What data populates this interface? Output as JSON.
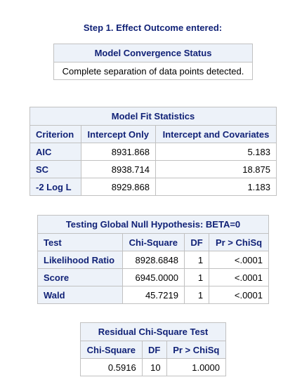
{
  "step_title": "Step 1. Effect Outcome entered:",
  "convergence": {
    "caption": "Model Convergence Status",
    "message": "Complete separation of data points detected."
  },
  "fit": {
    "caption": "Model Fit Statistics",
    "headers": [
      "Criterion",
      "Intercept Only",
      "Intercept and Covariates"
    ],
    "rows": [
      [
        "AIC",
        "8931.868",
        "5.183"
      ],
      [
        "SC",
        "8938.714",
        "18.875"
      ],
      [
        "-2 Log L",
        "8929.868",
        "1.183"
      ]
    ]
  },
  "global": {
    "caption": "Testing Global Null Hypothesis: BETA=0",
    "headers": [
      "Test",
      "Chi-Square",
      "DF",
      "Pr > ChiSq"
    ],
    "rows": [
      [
        "Likelihood Ratio",
        "8928.6848",
        "1",
        "<.0001"
      ],
      [
        "Score",
        "6945.0000",
        "1",
        "<.0001"
      ],
      [
        "Wald",
        "45.7219",
        "1",
        "<.0001"
      ]
    ]
  },
  "residual": {
    "caption": "Residual Chi-Square Test",
    "headers": [
      "Chi-Square",
      "DF",
      "Pr > ChiSq"
    ],
    "rows": [
      [
        "0.5916",
        "10",
        "1.0000"
      ]
    ]
  }
}
